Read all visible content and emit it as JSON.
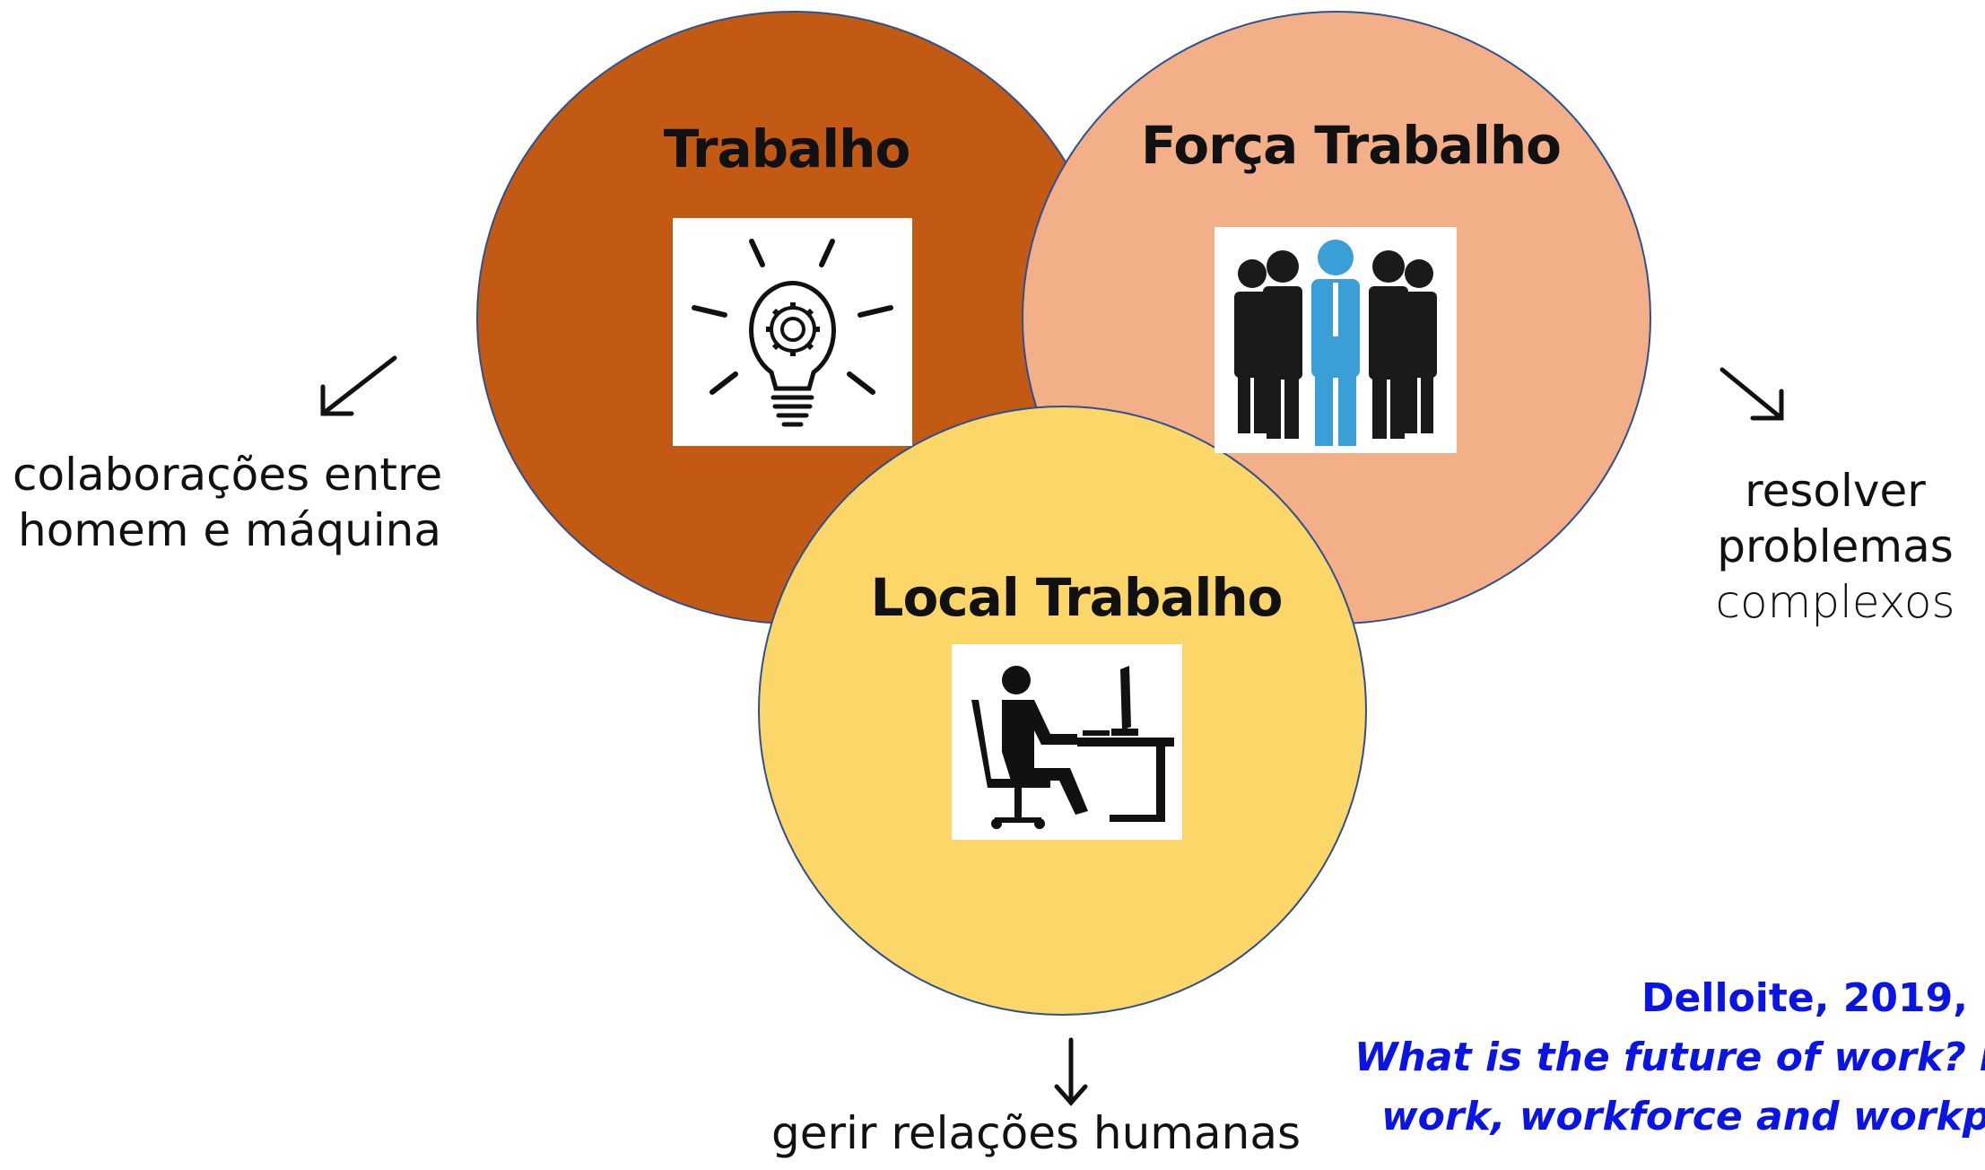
{
  "circles": {
    "trabalho": {
      "title": "Trabalho",
      "color": "#c35a14",
      "icon": "lightbulb-gear-icon"
    },
    "forca_trabalho": {
      "title": "Força Trabalho",
      "color": "#f3b088",
      "icon": "team-people-icon"
    },
    "local_trabalho": {
      "title": "Local Trabalho",
      "color": "#fbd76a",
      "icon": "person-at-desk-icon"
    }
  },
  "outcomes": {
    "left": {
      "line1": "colaborações entre",
      "line2": "homem e máquina",
      "arrow": "arrow-down-left-icon"
    },
    "right": {
      "line1": "resolver",
      "line2": "problemas",
      "line3": "complexos",
      "arrow": "arrow-down-right-icon"
    },
    "bottom": {
      "line1": "gerir relações humanas",
      "arrow": "arrow-down-icon"
    }
  },
  "citation": {
    "source": "Delloite, 2019,",
    "title_line1": "What is the future of work? R",
    "title_line2": "work, workforce and workpla",
    "color": "#0a14e6"
  }
}
